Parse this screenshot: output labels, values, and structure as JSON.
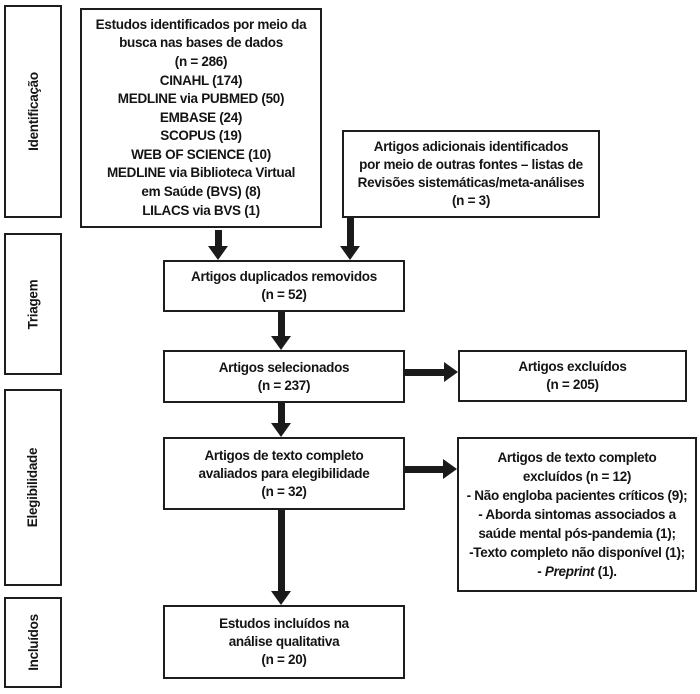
{
  "title": "PRISMA flow diagram (Portuguese)",
  "colors": {
    "border": "#1d1d1d",
    "text": "#141414",
    "background": "#ffffff",
    "arrow": "#1a1a1a"
  },
  "sidebar": {
    "stages": [
      {
        "label": "Identificação"
      },
      {
        "label": "Triagem"
      },
      {
        "label": "Elegibilidade"
      },
      {
        "label": "Incluídos"
      }
    ]
  },
  "boxes": {
    "identified": {
      "lines": [
        "Estudos identificados por meio da",
        "busca nas bases de dados",
        "(n = 286)",
        "CINAHL (174)",
        "MEDLINE via PUBMED (50)",
        "EMBASE (24)",
        "SCOPUS (19)",
        "WEB OF SCIENCE (10)",
        "MEDLINE via Biblioteca Virtual",
        "em Saúde (BVS) (8)",
        "LILACS via BVS (1)"
      ]
    },
    "additional": {
      "lines": [
        "Artigos adicionais identificados",
        "por meio de outras fontes – listas de",
        "Revisões sistemáticas/meta-análises",
        "(n = 3)"
      ]
    },
    "duplicates": {
      "lines": [
        "Artigos duplicados removidos",
        "(n = 52)"
      ]
    },
    "screened": {
      "lines": [
        "Artigos selecionados",
        "(n = 237)"
      ]
    },
    "excluded": {
      "lines": [
        "Artigos excluídos",
        "(n = 205)"
      ]
    },
    "fulltext": {
      "lines": [
        "Artigos de texto completo",
        "avaliados para elegibilidade",
        "(n = 32)"
      ]
    },
    "fulltext_excluded": {
      "lines": [
        "Artigos de texto completo",
        "excluídos (n = 12)",
        "- Não engloba pacientes críticos (9);",
        "- Aborda sintomas associados a",
        "saúde mental pós-pandemia (1);",
        "-Texto completo não disponível (1);"
      ],
      "preprint_prefix": "- ",
      "preprint_italic": "Preprint",
      "preprint_suffix": " (1)."
    },
    "included": {
      "lines": [
        "Estudos incluídos na",
        "análise qualitativa",
        "(n = 20)"
      ]
    }
  }
}
